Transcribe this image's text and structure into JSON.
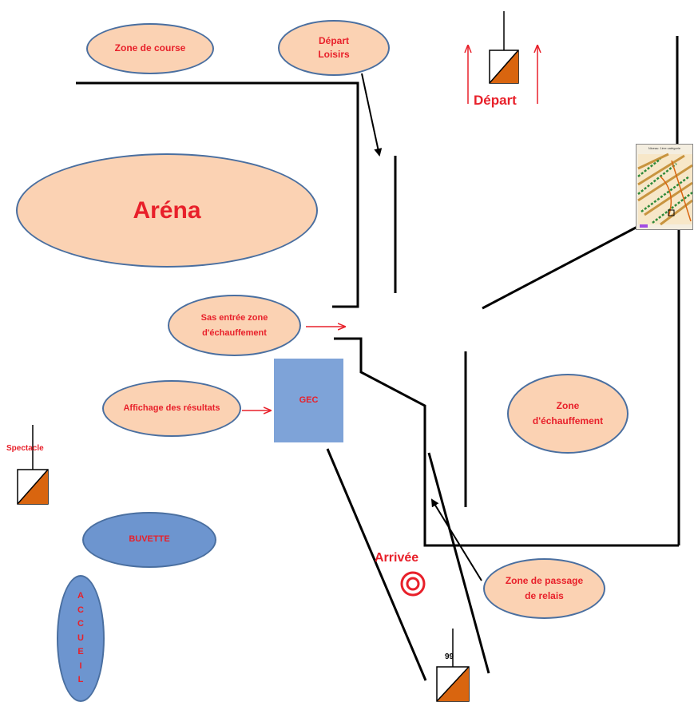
{
  "labels": {
    "zone_course": "Zone de course",
    "depart_loisirs": "Départ\nLoisirs",
    "depart": "Départ",
    "arena": "Aréna",
    "sas": "Sas entrée zone\nd'échauffement",
    "affichage": "Affichage  des résultats",
    "gec": "GEC",
    "spectacle": "Spectacle",
    "zone_echauffement": "Zone\nd'échauffement",
    "buvette": "BUVETTE",
    "accueil": "A\nC\nC\nU\nE\nI\nL",
    "arrivee": "Arrivée",
    "zone_relais": "Zone de passage\nde relais",
    "control_number": "99",
    "map_title": "Niveau: 1ère catégorie"
  },
  "colors": {
    "label_red": "#e8202a",
    "peach_fill": "#fbd2b3",
    "blue_fill": "#6d95cf",
    "oval_border": "#4a6fa0",
    "control_orange": "#d9650f",
    "line_black": "#000000"
  },
  "icons": [
    "control-flag-icon",
    "finish-target-icon",
    "arrow-icon",
    "course-map-thumbnail"
  ]
}
